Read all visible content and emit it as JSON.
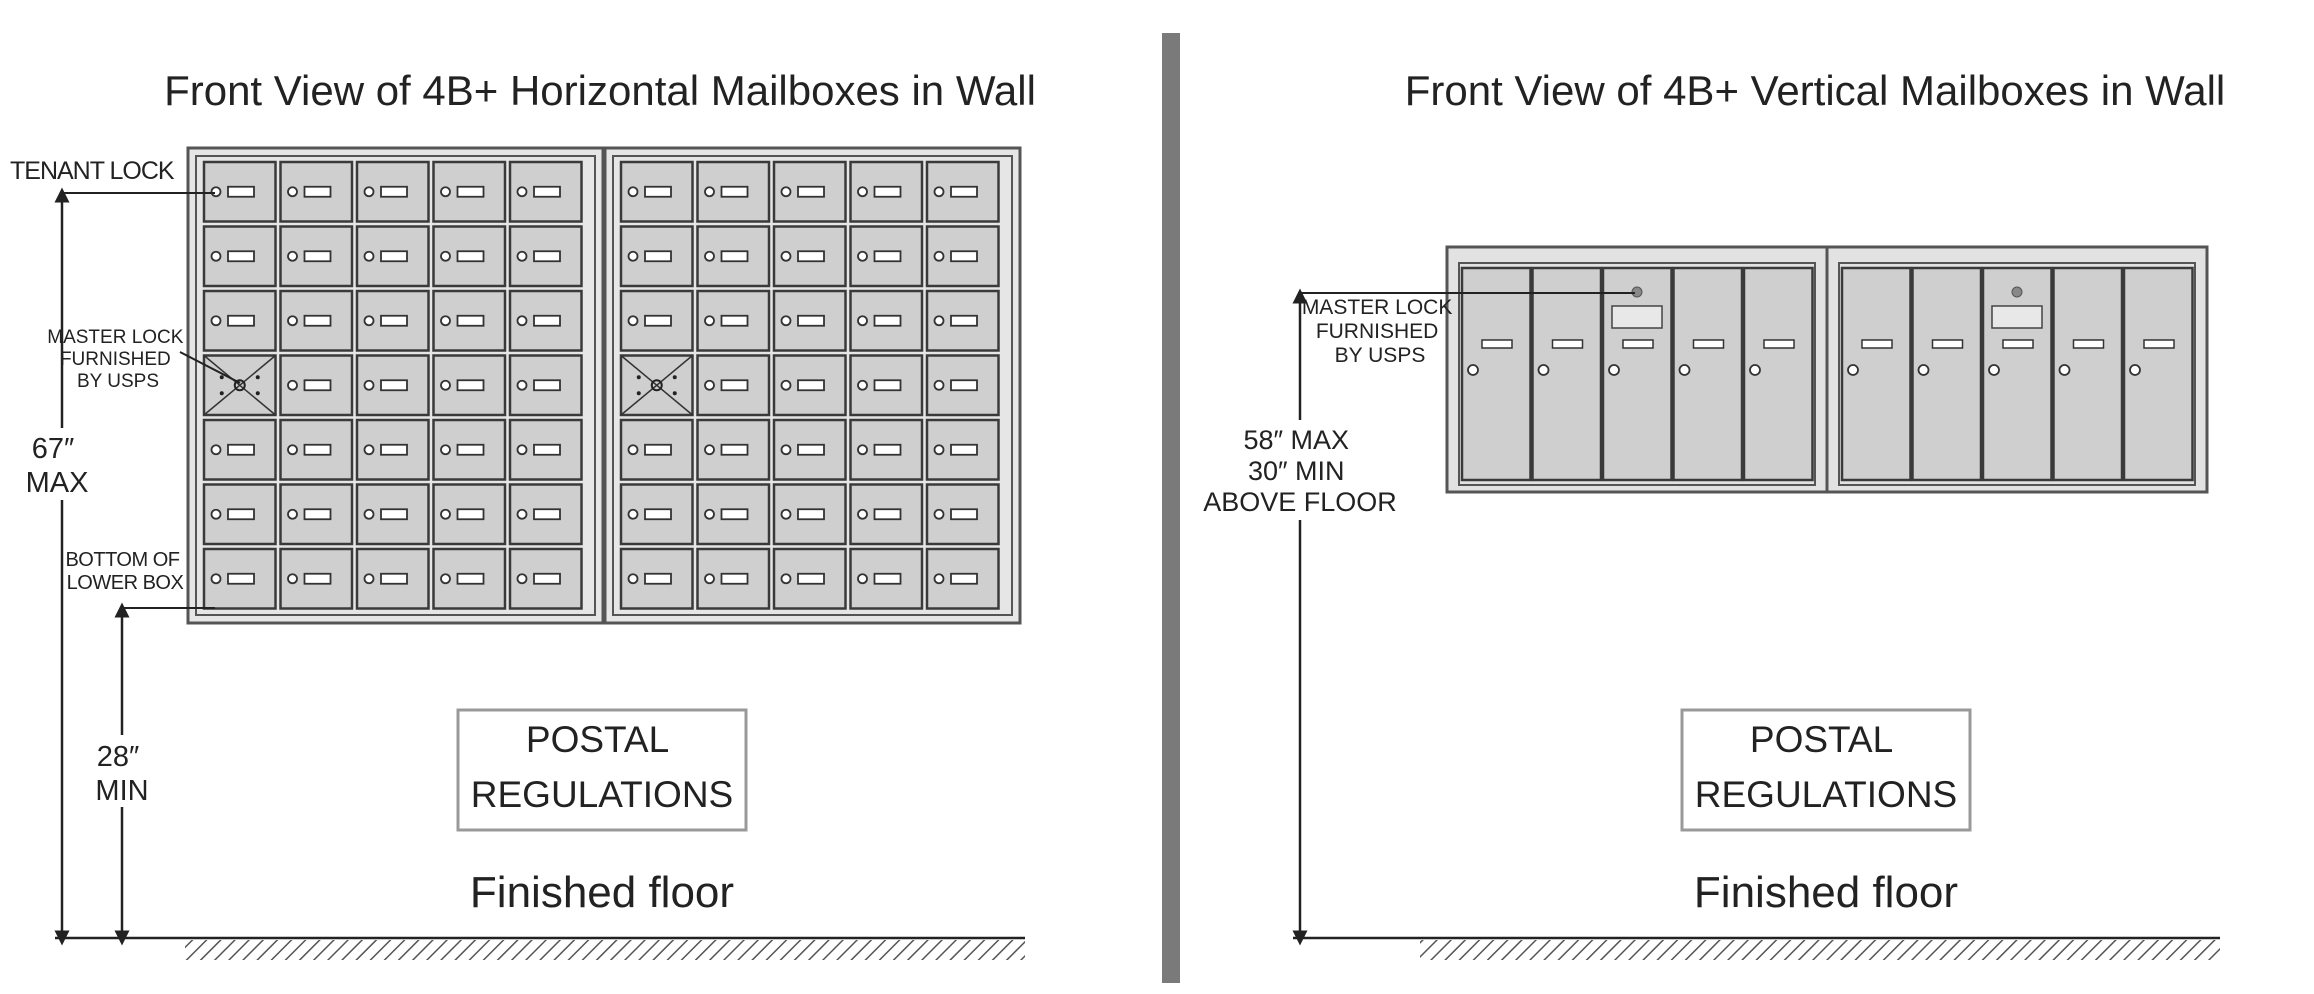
{
  "left_panel": {
    "title": "Front View of 4B+ Horizontal Mailboxes in Wall",
    "tenant_lock_label": "TENANT LOCK",
    "master_lock_lines": [
      "MASTER LOCK",
      "FURNISHED",
      "BY USPS"
    ],
    "max_height_lines": [
      "67″",
      "MAX"
    ],
    "bottom_box_lines": [
      "BOTTOM OF",
      "LOWER BOX"
    ],
    "min_height_lines": [
      "28″",
      "MIN"
    ],
    "regulations_lines": [
      "POSTAL",
      "REGULATIONS"
    ],
    "floor_label": "Finished floor",
    "units": 2,
    "rows_per_unit": 7,
    "columns_per_unit": 5
  },
  "right_panel": {
    "title": "Front View of 4B+ Vertical Mailboxes in Wall",
    "master_lock_lines": [
      "MASTER LOCK",
      "FURNISHED",
      "BY USPS"
    ],
    "height_lines": [
      "58″ MAX",
      "30″ MIN",
      "ABOVE FLOOR"
    ],
    "regulations_lines": [
      "POSTAL",
      "REGULATIONS"
    ],
    "floor_label": "Finished floor",
    "units": 2,
    "doors_per_unit": 5
  },
  "colors": {
    "background": "#ffffff",
    "divider": "#7a7a7a",
    "door_fill": "#cfcfcf",
    "frame": "#555555",
    "line": "#222222",
    "regulations_border": "#9a9a9a"
  }
}
